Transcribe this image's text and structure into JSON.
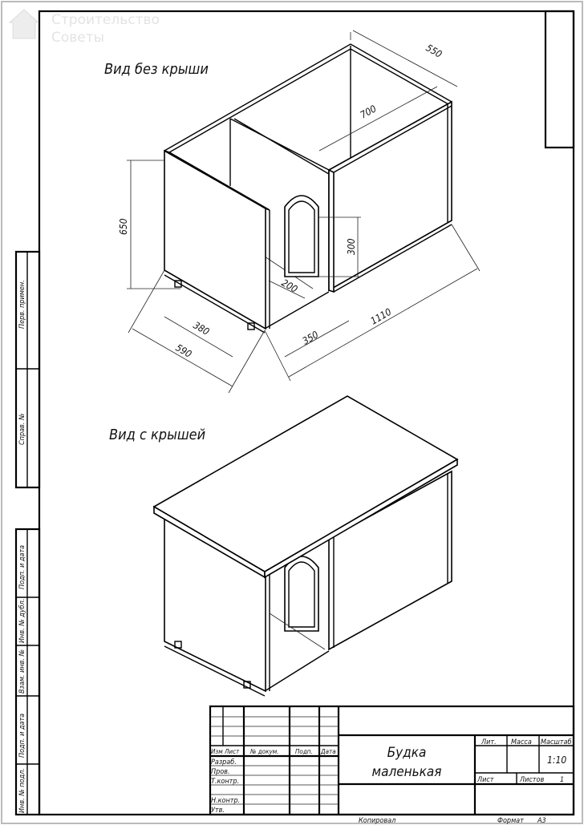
{
  "watermark": {
    "line1": "Строительство",
    "line2": "Советы"
  },
  "views": {
    "top_title": "Вид без крыши",
    "bottom_title": "Вид с крышей"
  },
  "dimensions": {
    "d550": "550",
    "d700": "700",
    "d650": "650",
    "d300": "300",
    "d200": "200",
    "d380": "380",
    "d590": "590",
    "d350": "350",
    "d1110": "1110"
  },
  "side_stamps": [
    "Перв. примен.",
    "Справ. №",
    "Подп. и дата",
    "Инв. № дубл.",
    "Взам. инв. №",
    "Подп. и дата",
    "Инв. № подл."
  ],
  "title_block": {
    "headers": [
      "Изм",
      "Лист",
      "№ докум.",
      "Подп.",
      "Дата"
    ],
    "roles": [
      "Разраб.",
      "Пров.",
      "Т.контр.",
      "Н.контр.",
      "Утв."
    ],
    "name_line1": "Будка",
    "name_line2": "маленькая",
    "lit": "Лит.",
    "mass": "Масса",
    "scale_label": "Масштаб",
    "scale": "1:10",
    "sheet": "Лист",
    "sheets": "Листов",
    "sheets_value": "1",
    "copied": "Копировал",
    "format_label": "Формат",
    "format": "А3"
  }
}
